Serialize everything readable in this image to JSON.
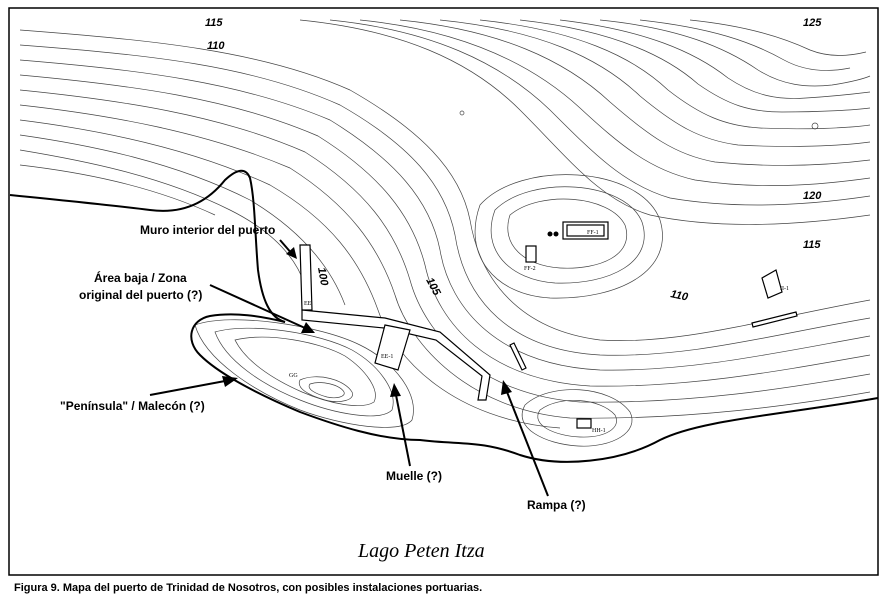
{
  "map": {
    "elevation_labels": [
      "115",
      "110",
      "125",
      "120",
      "115",
      "100",
      "105",
      "110"
    ],
    "structure_codes": [
      "EE",
      "EE-1",
      "FF-1",
      "FF-2",
      "II-1",
      "GG",
      "HH-1"
    ],
    "annotations": {
      "inner_wall": "Muro interior del puerto",
      "low_area_line1": "Área baja / Zona",
      "low_area_line2": "original del puerto (?)",
      "peninsula": "\"Península\" / Malecón (?)",
      "dock": "Muelle (?)",
      "ramp": "Rampa (?)"
    },
    "lake_name": "Lago Peten Itza"
  },
  "caption": "Figura 9.  Mapa del puerto de Trinidad de Nosotros, con posibles instalaciones portuarias."
}
